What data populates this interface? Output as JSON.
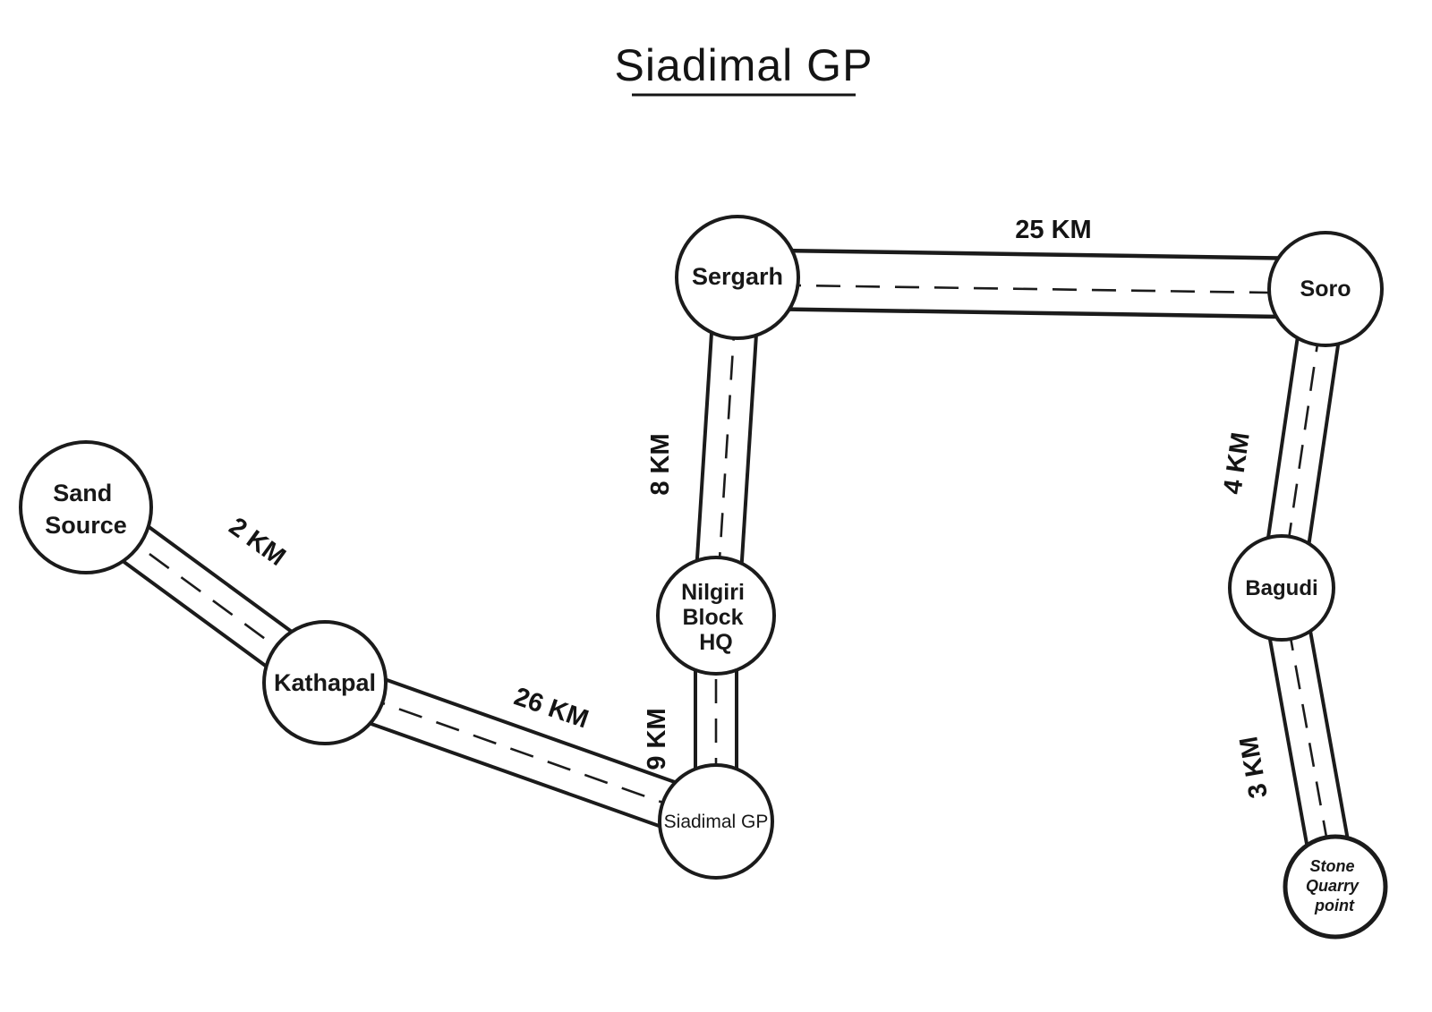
{
  "title": "Siadimal GP",
  "colors": {
    "ink": "#1b1b1b",
    "paper": "#ffffff"
  },
  "nodes": [
    {
      "id": "sand-source",
      "lines": [
        "Sand",
        "Source"
      ]
    },
    {
      "id": "kathapal",
      "label": "Kathapal"
    },
    {
      "id": "siadimal-gp",
      "label": "Siadimal GP"
    },
    {
      "id": "nilgiri-block-hq",
      "lines": [
        "Nilgiri",
        "Block",
        "HQ"
      ]
    },
    {
      "id": "sergarh",
      "label": "Sergarh"
    },
    {
      "id": "soro",
      "label": "Soro"
    },
    {
      "id": "bagudi",
      "label": "Bagudi"
    },
    {
      "id": "stone-quarry-point",
      "lines": [
        "Stone",
        "Quarry",
        "point"
      ]
    }
  ],
  "edges": [
    {
      "from": "Sand Source",
      "to": "Kathapal",
      "distance": "2 KM"
    },
    {
      "from": "Kathapal",
      "to": "Siadimal GP",
      "distance": "26 KM"
    },
    {
      "from": "Siadimal GP",
      "to": "Nilgiri Block HQ",
      "distance": "9 KM"
    },
    {
      "from": "Nilgiri Block HQ",
      "to": "Sergarh",
      "distance": "8 KM"
    },
    {
      "from": "Sergarh",
      "to": "Soro",
      "distance": "25 KM"
    },
    {
      "from": "Soro",
      "to": "Bagudi",
      "distance": "4 KM"
    },
    {
      "from": "Bagudi",
      "to": "Stone Quarry point",
      "distance": "3 KM"
    }
  ]
}
